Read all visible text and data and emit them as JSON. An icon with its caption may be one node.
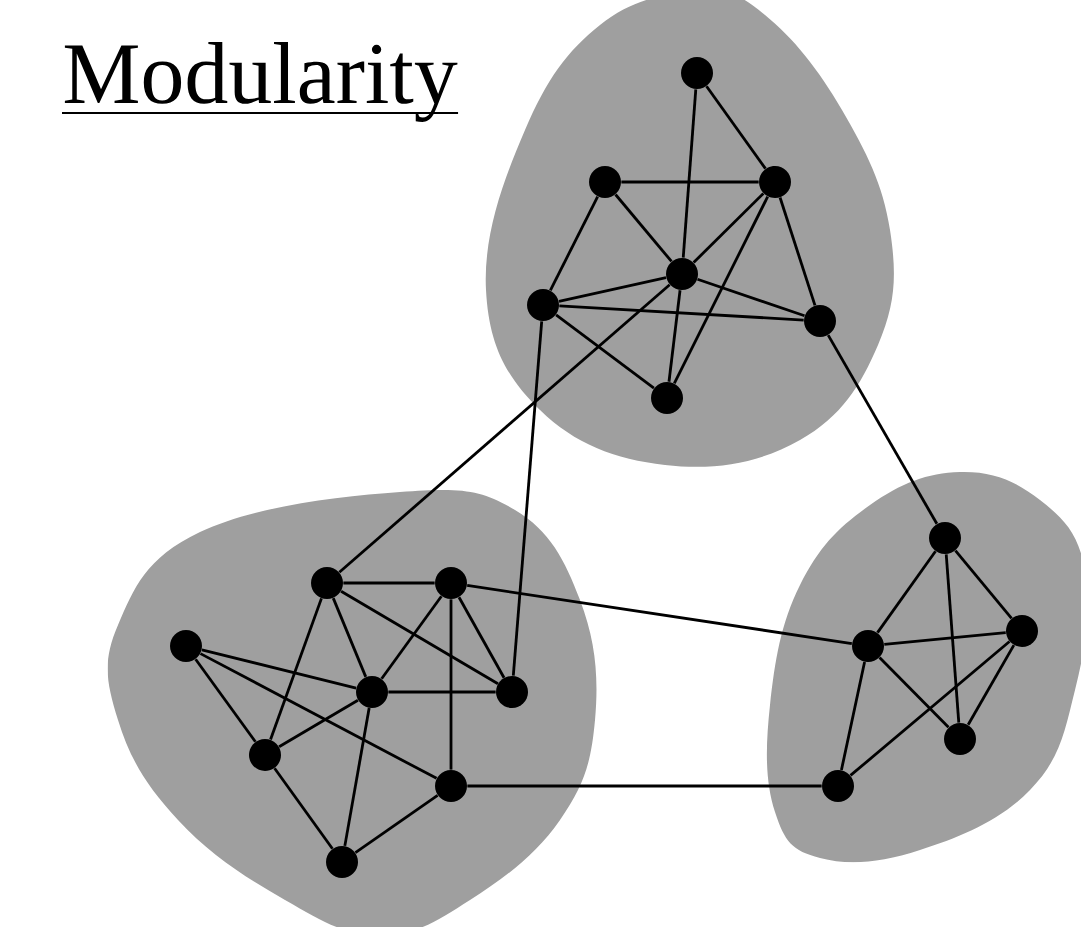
{
  "diagram": {
    "title": "Modularity",
    "nodes": [
      {
        "text": [],
        "shape": "blob"
      },
      {
        "text": [],
        "shape": "circle",
        "in": 0
      },
      {
        "text": [],
        "shape": "circle",
        "in": 0
      },
      {
        "text": [],
        "shape": "circle",
        "in": 0
      },
      {
        "text": [],
        "shape": "circle",
        "in": 0
      },
      {
        "text": [],
        "shape": "circle",
        "in": 0
      },
      {
        "text": [],
        "shape": "circle",
        "in": 0
      },
      {
        "text": [],
        "shape": "circle",
        "in": 0
      },
      {
        "text": [],
        "shape": "blob"
      },
      {
        "text": [],
        "shape": "circle",
        "in": 8
      },
      {
        "text": [],
        "shape": "circle",
        "in": 8
      },
      {
        "text": [],
        "shape": "circle",
        "in": 8
      },
      {
        "text": [],
        "shape": "circle",
        "in": 8
      },
      {
        "text": [],
        "shape": "circle",
        "in": 8
      },
      {
        "text": [],
        "shape": "circle",
        "in": 8
      },
      {
        "text": [],
        "shape": "circle",
        "in": 8
      },
      {
        "text": [],
        "shape": "circle",
        "in": 8
      },
      {
        "text": [],
        "shape": "blob"
      },
      {
        "text": [],
        "shape": "circle",
        "in": 17
      },
      {
        "text": [],
        "shape": "circle",
        "in": 17
      },
      {
        "text": [],
        "shape": "circle",
        "in": 17
      },
      {
        "text": [],
        "shape": "circle",
        "in": 17
      },
      {
        "text": [],
        "shape": "circle",
        "in": 17
      }
    ],
    "edges": [
      {
        "from": 1,
        "to": 3,
        "arrow": "none"
      },
      {
        "from": 1,
        "to": 4,
        "arrow": "none"
      },
      {
        "from": 2,
        "to": 3,
        "arrow": "none"
      },
      {
        "from": 2,
        "to": 4,
        "arrow": "none"
      },
      {
        "from": 2,
        "to": 5,
        "arrow": "none"
      },
      {
        "from": 3,
        "to": 4,
        "arrow": "none"
      },
      {
        "from": 3,
        "to": 6,
        "arrow": "none"
      },
      {
        "from": 3,
        "to": 7,
        "arrow": "none"
      },
      {
        "from": 4,
        "to": 5,
        "arrow": "none"
      },
      {
        "from": 4,
        "to": 6,
        "arrow": "none"
      },
      {
        "from": 4,
        "to": 7,
        "arrow": "none"
      },
      {
        "from": 5,
        "to": 6,
        "arrow": "none"
      },
      {
        "from": 5,
        "to": 7,
        "arrow": "none"
      },
      {
        "from": 4,
        "to": 9,
        "arrow": "none"
      },
      {
        "from": 5,
        "to": 13,
        "arrow": "none"
      },
      {
        "from": 6,
        "to": 18,
        "arrow": "none"
      },
      {
        "from": 9,
        "to": 10,
        "arrow": "none"
      },
      {
        "from": 9,
        "to": 12,
        "arrow": "none"
      },
      {
        "from": 9,
        "to": 13,
        "arrow": "none"
      },
      {
        "from": 9,
        "to": 14,
        "arrow": "none"
      },
      {
        "from": 10,
        "to": 12,
        "arrow": "none"
      },
      {
        "from": 10,
        "to": 13,
        "arrow": "none"
      },
      {
        "from": 10,
        "to": 15,
        "arrow": "none"
      },
      {
        "from": 10,
        "to": 19,
        "arrow": "none"
      },
      {
        "from": 11,
        "to": 12,
        "arrow": "none"
      },
      {
        "from": 11,
        "to": 14,
        "arrow": "none"
      },
      {
        "from": 11,
        "to": 15,
        "arrow": "none"
      },
      {
        "from": 12,
        "to": 13,
        "arrow": "none"
      },
      {
        "from": 12,
        "to": 14,
        "arrow": "none"
      },
      {
        "from": 12,
        "to": 16,
        "arrow": "none"
      },
      {
        "from": 14,
        "to": 16,
        "arrow": "none"
      },
      {
        "from": 15,
        "to": 16,
        "arrow": "none"
      },
      {
        "from": 15,
        "to": 22,
        "arrow": "none"
      },
      {
        "from": 18,
        "to": 19,
        "arrow": "none"
      },
      {
        "from": 18,
        "to": 20,
        "arrow": "none"
      },
      {
        "from": 18,
        "to": 21,
        "arrow": "none"
      },
      {
        "from": 19,
        "to": 20,
        "arrow": "none"
      },
      {
        "from": 19,
        "to": 21,
        "arrow": "none"
      },
      {
        "from": 19,
        "to": 22,
        "arrow": "none"
      },
      {
        "from": 20,
        "to": 21,
        "arrow": "none"
      },
      {
        "from": 20,
        "to": 22,
        "arrow": "none"
      }
    ]
  }
}
